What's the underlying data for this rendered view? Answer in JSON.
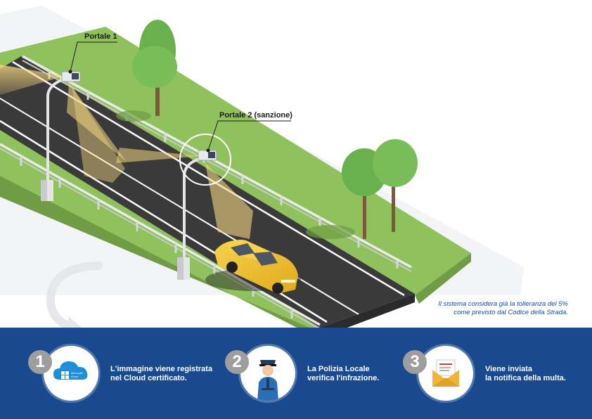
{
  "callouts": {
    "portal1": "Portale 1",
    "portal2": "Portale 2 (sanzione)"
  },
  "note": {
    "line1": "Il sistema considera già la tolleranza del 5%",
    "line2": "come previsto dal Codice della Strada."
  },
  "steps": [
    {
      "number": "1",
      "icon": "cloud-icon",
      "line1": "L'immagine viene registrata",
      "line2": "nel Cloud certificato.",
      "badge_line1": "Microsoft",
      "badge_line2": "Azure"
    },
    {
      "number": "2",
      "icon": "police-officer-icon",
      "line1": "La Polizia Locale",
      "line2": "verifica l'infrazione."
    },
    {
      "number": "3",
      "icon": "envelope-icon",
      "line1": "Viene inviata",
      "line2": "la notifica della multa."
    }
  ],
  "colors": {
    "grass": "#8fc15c",
    "asphalt": "#3a3a3a",
    "band": "#194a8f",
    "car": "#f2c230",
    "light_beam": "#f2d580",
    "badge": "#9e9e9e"
  }
}
